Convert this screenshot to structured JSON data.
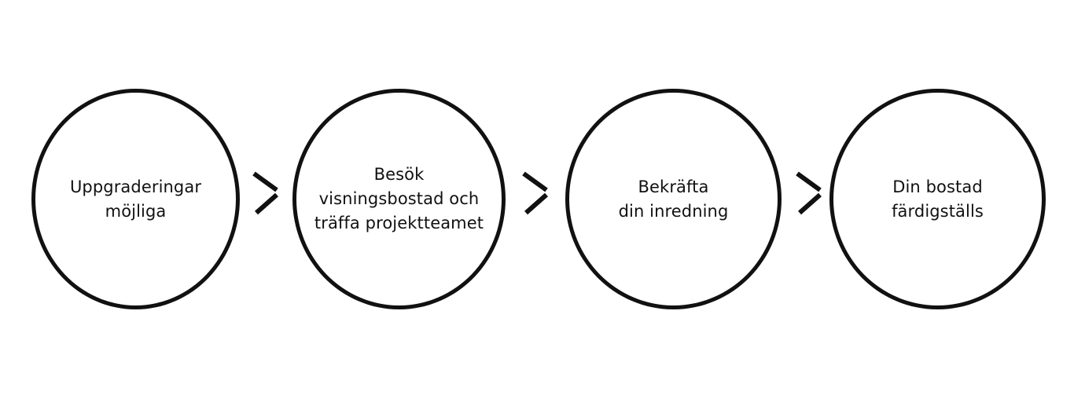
{
  "steps": [
    {
      "line1": "Uppgraderingar",
      "line2": "möjliga",
      "line3": ""
    },
    {
      "line1": "Besök",
      "line2": "visningsbostad och",
      "line3": "träffa projektteamet"
    },
    {
      "line1": "Bekräfta",
      "line2": "din inredning",
      "line3": ""
    },
    {
      "line1": "Din bostad",
      "line2": "färdigställs",
      "line3": ""
    }
  ],
  "colors": {
    "stroke": "#111111",
    "background": "#ffffff"
  },
  "icons": {
    "connector": "chevron-right-icon"
  }
}
